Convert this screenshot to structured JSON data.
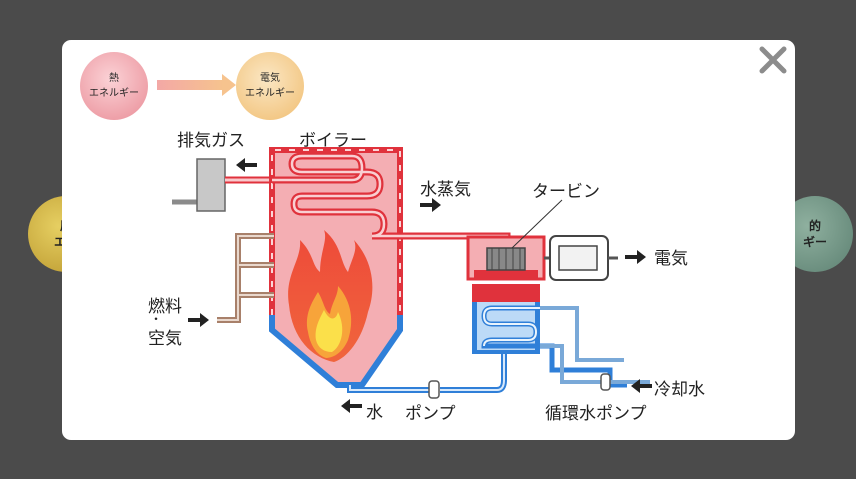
{
  "background": {
    "left_circle": {
      "line1": "原",
      "line2": "エネ"
    },
    "right_circle": {
      "line1": "的",
      "line2": "ギー"
    }
  },
  "modal": {
    "close_icon": "close-icon",
    "legend": {
      "from": {
        "line1": "熱",
        "line2": "エネルギー"
      },
      "to": {
        "line1": "電気",
        "line2": "エネルギー"
      }
    },
    "diagram": {
      "boiler": "ボイラー",
      "exhaust": "排気ガス",
      "steam": "水蒸気",
      "turbine": "タービン",
      "electricity": "電気",
      "fuel": "燃料",
      "dot": "・",
      "air": "空気",
      "water": "水",
      "pump": "ポンプ",
      "circulation_pump": "循環水ポンプ",
      "cooling_water": "冷却水"
    }
  },
  "colors": {
    "overlay": "#4b4b4b",
    "steam_pipe": "#e0323c",
    "water_pipe": "#2f7fd8",
    "boiler_fill": "#f4aeb3",
    "flame_outer": "#ee4a3a",
    "flame_inner": "#fbc73c",
    "fuel_pipe": "#a8806a"
  }
}
